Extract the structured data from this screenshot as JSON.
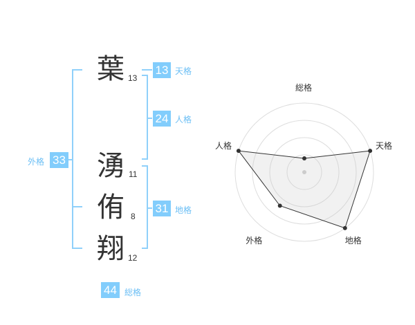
{
  "name": {
    "chars": [
      {
        "char": "葉",
        "strokes": "13"
      },
      {
        "char": "湧",
        "strokes": "11"
      },
      {
        "char": "侑",
        "strokes": "8"
      },
      {
        "char": "翔",
        "strokes": "12"
      }
    ]
  },
  "kakusu": {
    "tenkaku": {
      "value": "13",
      "label": "天格"
    },
    "jinkaku": {
      "value": "24",
      "label": "人格"
    },
    "chikaku": {
      "value": "31",
      "label": "地格"
    },
    "gaikaku": {
      "value": "33",
      "label": "外格"
    },
    "soukaku": {
      "value": "44",
      "label": "総格"
    }
  },
  "colors": {
    "accent": "#82cdfc",
    "bracket": "#8fd0fa",
    "label": "#6cbff5",
    "text": "#333333"
  },
  "chart_data": {
    "type": "radar",
    "axes": [
      "総格",
      "天格",
      "地格",
      "外格",
      "人格"
    ],
    "values": [
      1,
      5,
      5,
      3,
      5
    ],
    "rmax": 5,
    "rings": 4
  }
}
